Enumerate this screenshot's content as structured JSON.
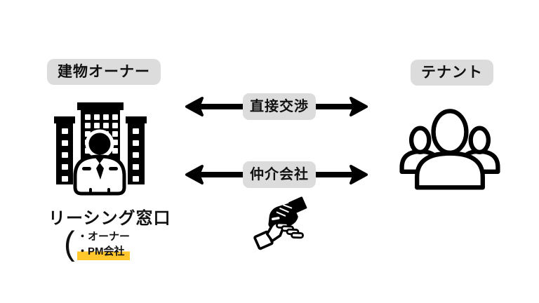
{
  "colors": {
    "background": "#ffffff",
    "badge-bg": "#dcdcdc",
    "highlight": "#ffc72c",
    "ink": "#111111"
  },
  "diagram": {
    "left": {
      "badge": "建物オーナー",
      "icon": "building-with-businessman"
    },
    "right": {
      "badge": "テナント",
      "icon": "people-group"
    },
    "arrows": [
      {
        "label": "直接交渉"
      },
      {
        "label": "仲介会社"
      }
    ],
    "handshake_icon": "handshake",
    "leasing": {
      "title": "リーシング窓口",
      "paren": "(",
      "items": [
        {
          "text": "・オーナー",
          "highlighted": false
        },
        {
          "text": "・PM会社",
          "highlighted": true
        }
      ]
    }
  }
}
